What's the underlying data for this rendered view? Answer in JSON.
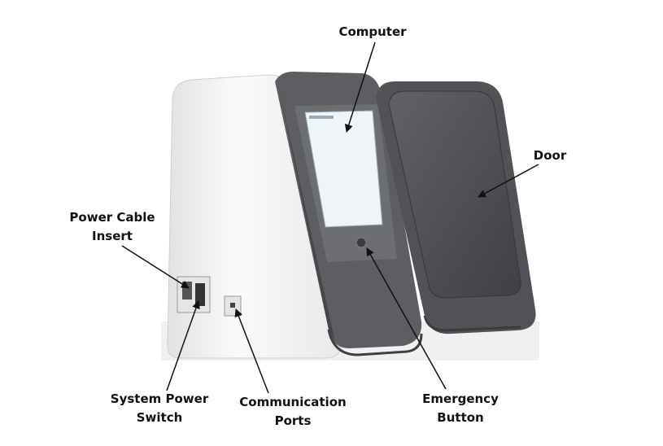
{
  "title": "Instrument component diagram",
  "labels": {
    "computer": "Computer",
    "door": "Door",
    "power_cable_insert": [
      "Power Cable",
      "Insert"
    ],
    "system_power_switch": [
      "System Power",
      "Switch"
    ],
    "communication_ports": [
      "Communication",
      "Ports"
    ],
    "emergency_button": [
      "Emergency",
      "Button"
    ]
  },
  "colors": {
    "body": "#f4f4f4",
    "panel": "#5c5e62",
    "door": "#4a4c50",
    "screen": "#eef4f8",
    "label": "#111111"
  }
}
